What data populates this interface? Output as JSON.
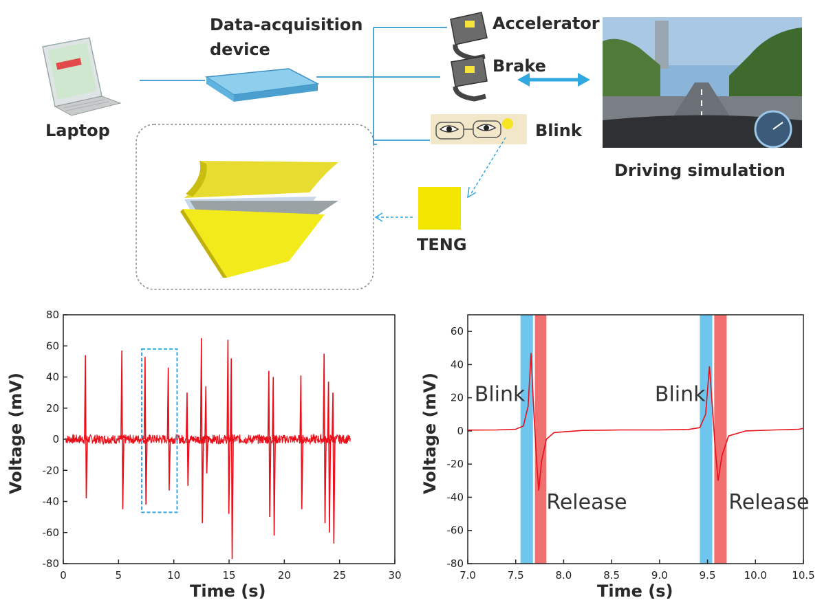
{
  "diagram": {
    "laptop_label": "Laptop",
    "daq_label_line1": "Data-acquisition",
    "daq_label_line2": "device",
    "accelerator_label": "Accelerator",
    "brake_label": "Brake",
    "blink_label": "Blink",
    "teng_label": "TENG",
    "driving_label": "Driving simulation",
    "colors": {
      "line": "#4aa6d6",
      "teng": "#f2e600",
      "arrow": "#2fa8e0"
    }
  },
  "chart_data": [
    {
      "type": "line",
      "xlabel": "Time (s)",
      "ylabel": "Voltage (mV)",
      "xlim": [
        0,
        30
      ],
      "ylim": [
        -80,
        80
      ],
      "xticks": [
        "0",
        "5",
        "10",
        "15",
        "20",
        "25",
        "30"
      ],
      "yticks": [
        "80",
        "60",
        "40",
        "20",
        "0",
        "-20",
        "-40",
        "-60",
        "-80"
      ],
      "series": [
        {
          "color": "#e8101a",
          "x_range": [
            0.2,
            26
          ],
          "noise_amplitude": 3,
          "spikes": [
            {
              "t": 2.0,
              "pos": 54,
              "neg": -38
            },
            {
              "t": 5.3,
              "pos": 57,
              "neg": -45
            },
            {
              "t": 7.4,
              "pos": 53,
              "neg": -42
            },
            {
              "t": 9.5,
              "pos": 46,
              "neg": -33
            },
            {
              "t": 11.2,
              "pos": 30,
              "neg": -30
            },
            {
              "t": 12.5,
              "pos": 65,
              "neg": -54
            },
            {
              "t": 12.9,
              "pos": 34,
              "neg": -22
            },
            {
              "t": 14.9,
              "pos": 64,
              "neg": -48
            },
            {
              "t": 15.2,
              "pos": 52,
              "neg": -77
            },
            {
              "t": 18.6,
              "pos": 44,
              "neg": -50
            },
            {
              "t": 19.0,
              "pos": 40,
              "neg": -62
            },
            {
              "t": 21.5,
              "pos": 41,
              "neg": -45
            },
            {
              "t": 23.6,
              "pos": 55,
              "neg": -54
            },
            {
              "t": 24.0,
              "pos": 37,
              "neg": -60
            },
            {
              "t": 24.4,
              "pos": 30,
              "neg": -67
            }
          ]
        }
      ],
      "highlight_box": {
        "x": [
          7.1,
          10.3
        ],
        "y": [
          -47,
          58
        ],
        "color": "#2fa8e0"
      }
    },
    {
      "type": "line",
      "xlabel": "Time (s)",
      "ylabel": "Voltage (mV)",
      "xlim": [
        7.0,
        10.5
      ],
      "ylim": [
        -80,
        70
      ],
      "xticks": [
        "7.0",
        "7.5",
        "8.0",
        "8.5",
        "9.0",
        "9.5",
        "10.0",
        "10.5"
      ],
      "yticks": [
        "60",
        "40",
        "20",
        "0",
        "-20",
        "-40",
        "-60",
        "-80"
      ],
      "series": [
        {
          "color": "#e8101a",
          "points": [
            [
              7.0,
              0.5
            ],
            [
              7.3,
              0.6
            ],
            [
              7.5,
              1
            ],
            [
              7.58,
              3
            ],
            [
              7.63,
              15
            ],
            [
              7.66,
              47
            ],
            [
              7.69,
              10
            ],
            [
              7.72,
              -20
            ],
            [
              7.74,
              -36
            ],
            [
              7.77,
              -18
            ],
            [
              7.82,
              -5
            ],
            [
              7.9,
              -1
            ],
            [
              8.2,
              0.3
            ],
            [
              8.6,
              0.6
            ],
            [
              9.0,
              0.6
            ],
            [
              9.3,
              0.9
            ],
            [
              9.42,
              2
            ],
            [
              9.48,
              10
            ],
            [
              9.52,
              39
            ],
            [
              9.55,
              15
            ],
            [
              9.58,
              -10
            ],
            [
              9.61,
              -30
            ],
            [
              9.65,
              -15
            ],
            [
              9.72,
              -3
            ],
            [
              9.9,
              0
            ],
            [
              10.2,
              0.6
            ],
            [
              10.45,
              1
            ],
            [
              10.5,
              1.5
            ]
          ]
        }
      ],
      "bands": [
        {
          "x": [
            7.55,
            7.68
          ],
          "color": "#6ec6ee"
        },
        {
          "x": [
            7.7,
            7.82
          ],
          "color": "#f07070"
        },
        {
          "x": [
            9.42,
            9.55
          ],
          "color": "#6ec6ee"
        },
        {
          "x": [
            9.57,
            9.7
          ],
          "color": "#f07070"
        }
      ],
      "annotations": [
        {
          "text": "Blink",
          "x": 7.07,
          "y": 18
        },
        {
          "text": "Release",
          "x": 7.82,
          "y": -47
        },
        {
          "text": "Blink",
          "x": 8.95,
          "y": 18
        },
        {
          "text": "Release",
          "x": 9.72,
          "y": -47
        }
      ]
    }
  ]
}
